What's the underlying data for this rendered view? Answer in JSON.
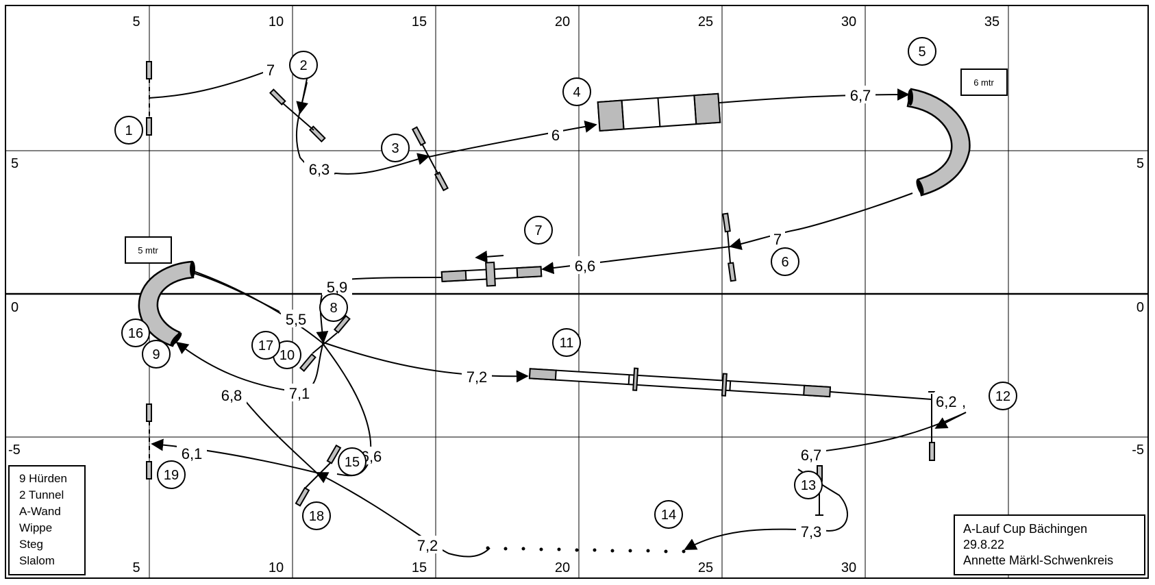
{
  "axes": {
    "x_top": [
      "5",
      "10",
      "15",
      "20",
      "25",
      "30",
      "35"
    ],
    "x_bottom": [
      "5",
      "10",
      "15",
      "20",
      "25",
      "30"
    ],
    "y_left": [
      "5",
      "0",
      "-5"
    ],
    "y_right": [
      "5",
      "0",
      "-5"
    ]
  },
  "obstacles": [
    "1",
    "2",
    "3",
    "4",
    "5",
    "6",
    "7",
    "8",
    "9",
    "10",
    "11",
    "12",
    "13",
    "14",
    "15",
    "16",
    "17",
    "18",
    "19"
  ],
  "distances": {
    "d_1_2": "7",
    "d_2_3": "6,3",
    "d_3_4": "6",
    "d_4_5": "6,7",
    "d_5_6": "7",
    "d_6_7": "6,6",
    "d_7_8": "5,9",
    "d_8_9": "5,5",
    "d_10_11": "7,1",
    "d_11_12": "7,2",
    "d_12_13": "6,2",
    "d_13_14": "7,3",
    "d_14_15": "7,2",
    "d_15_16": "6,6",
    "d_16_17": "6,8",
    "d_18_19": "6,1",
    "d_12_13b": "6,7"
  },
  "tunnel_labels": {
    "tunnel_1": "6 mtr",
    "tunnel_2": "5 mtr"
  },
  "equipment": [
    "9 Hürden",
    "2 Tunnel",
    "A-Wand",
    "Wippe",
    "Steg",
    "Slalom"
  ],
  "event": {
    "title": "A-Lauf Cup Bächingen",
    "date": "29.8.22",
    "judge": "Annette Märkl-Schwenkreis"
  }
}
